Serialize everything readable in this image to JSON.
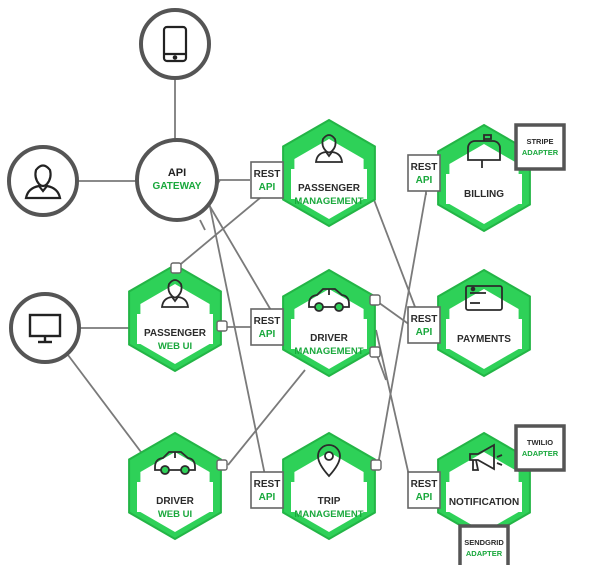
{
  "colors": {
    "green": "#2ed158",
    "green_border": "#23b546",
    "dark": "#2b2b2b",
    "line": "#7a7a7a",
    "label_green": "#19a83c",
    "circle_border": "#555555"
  },
  "api_gateway": {
    "line1": "API",
    "line2": "GATEWAY"
  },
  "clients": [
    {
      "id": "mobile",
      "icon": "smartphone-icon"
    },
    {
      "id": "user",
      "icon": "user-icon"
    },
    {
      "id": "desktop",
      "icon": "monitor-icon"
    }
  ],
  "rest_api": {
    "line1": "REST",
    "line2": "API"
  },
  "services": [
    {
      "id": "passenger-management",
      "line1": "PASSENGER",
      "line2": "MANAGEMENT",
      "icon": "person-icon"
    },
    {
      "id": "passenger-web-ui",
      "line1": "PASSENGER",
      "line2": "WEB UI",
      "icon": "person-icon"
    },
    {
      "id": "driver-management",
      "line1": "DRIVER",
      "line2": "MANAGEMENT",
      "icon": "car-icon"
    },
    {
      "id": "driver-web-ui",
      "line1": "DRIVER",
      "line2": "WEB UI",
      "icon": "car-icon"
    },
    {
      "id": "trip-management",
      "line1": "TRIP",
      "line2": "MANAGEMENT",
      "icon": "map-pin-icon"
    },
    {
      "id": "billing",
      "line1": "BILLING",
      "line2": "",
      "icon": "mailbox-icon"
    },
    {
      "id": "payments",
      "line1": "PAYMENTS",
      "line2": "",
      "icon": "credit-card-icon"
    },
    {
      "id": "notification",
      "line1": "NOTIFICATION",
      "line2": "",
      "icon": "megaphone-icon"
    }
  ],
  "adapters": [
    {
      "id": "stripe",
      "line1": "STRIPE",
      "line2": "ADAPTER"
    },
    {
      "id": "twilio",
      "line1": "TWILIO",
      "line2": "ADAPTER"
    },
    {
      "id": "sendgrid",
      "line1": "SENDGRID",
      "line2": "ADAPTER"
    }
  ]
}
